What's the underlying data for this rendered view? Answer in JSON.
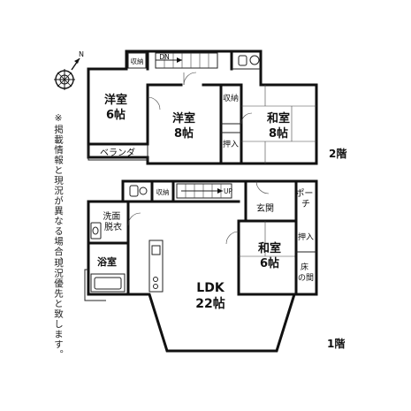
{
  "floors": {
    "second": {
      "label": "2階",
      "rooms": {
        "western_a": {
          "name": "洋室",
          "size": "6帖"
        },
        "western_b": {
          "name": "洋室",
          "size": "8帖"
        },
        "japanese": {
          "name": "和室",
          "size": "8帖"
        },
        "storage_top": "収納",
        "storage_mid": "収納",
        "closet": "押入",
        "balcony": "ベランダ",
        "stair_down": "DN"
      }
    },
    "first": {
      "label": "1階",
      "rooms": {
        "ldk": {
          "name": "LDK",
          "size": "22帖"
        },
        "japanese": {
          "name": "和室",
          "size": "6帖"
        },
        "washroom_line1": "洗面",
        "washroom_line2": "脱衣",
        "bathroom": "浴室",
        "storage": "収納",
        "entrance": "玄関",
        "porch_line1": "ポー",
        "porch_line2": "チ",
        "closet": "押入",
        "alcove_line1": "床",
        "alcove_line2": "の間",
        "stair_up": "UP"
      }
    }
  },
  "note": {
    "line1": "※掲載情報と現況が異なる場合、",
    "line2": "現況優先と致します。"
  },
  "compass": {
    "symbol": "N"
  }
}
